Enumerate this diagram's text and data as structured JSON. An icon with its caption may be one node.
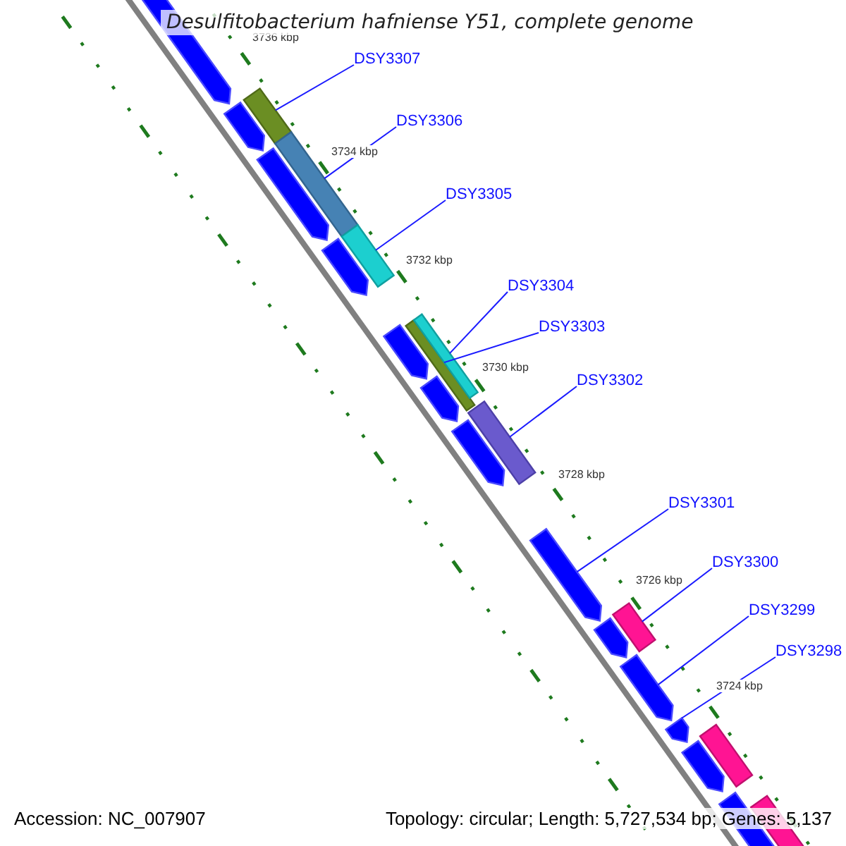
{
  "diagram": {
    "title": "Desulfitobacterium hafniense Y51, complete genome",
    "nodes": [
      {
        "text": [
          "DSY3307"
        ]
      },
      {
        "text": [
          "DSY3306"
        ]
      },
      {
        "text": [
          "DSY3305"
        ]
      },
      {
        "text": [
          "DSY3304"
        ]
      },
      {
        "text": [
          "DSY3303"
        ]
      },
      {
        "text": [
          "DSY3302"
        ]
      },
      {
        "text": [
          "DSY3301"
        ]
      },
      {
        "text": [
          "DSY3300"
        ]
      },
      {
        "text": [
          "DSY3299"
        ]
      },
      {
        "text": [
          "DSY3298"
        ]
      },
      {
        "text": [],
        "shape": "arrow"
      },
      {
        "text": [],
        "shape": "arrow"
      },
      {
        "text": [],
        "shape": "bar"
      },
      {
        "text": [],
        "shape": "bar"
      },
      {
        "text": [],
        "shape": "arrow"
      },
      {
        "text": [],
        "shape": "arrow"
      },
      {
        "text": [],
        "shape": "bar"
      },
      {
        "text": [],
        "shape": "arrow"
      },
      {
        "text": [],
        "shape": "bar"
      },
      {
        "text": [],
        "shape": "bar"
      },
      {
        "text": [],
        "shape": "arrow"
      },
      {
        "text": [],
        "shape": "bar"
      },
      {
        "text": [],
        "shape": "arrow"
      },
      {
        "text": [],
        "shape": "arrow"
      },
      {
        "text": [],
        "shape": "bar"
      },
      {
        "text": [],
        "shape": "arrow"
      },
      {
        "text": [],
        "shape": "arrow"
      },
      {
        "text": [],
        "shape": "arrow"
      },
      {
        "text": [],
        "shape": "bar"
      },
      {
        "text": [],
        "shape": "arrow"
      },
      {
        "text": [],
        "shape": "arrow"
      },
      {
        "text": [],
        "shape": "bar"
      }
    ],
    "edges": [
      {
        "from": 0,
        "to": 12,
        "arrow": "none"
      },
      {
        "from": 1,
        "to": 13,
        "arrow": "none"
      },
      {
        "from": 2,
        "to": 16,
        "arrow": "none"
      },
      {
        "from": 3,
        "to": 19,
        "arrow": "none"
      },
      {
        "from": 4,
        "to": 18,
        "arrow": "none"
      },
      {
        "from": 5,
        "to": 21,
        "arrow": "none"
      },
      {
        "from": 6,
        "to": 23,
        "arrow": "none"
      },
      {
        "from": 7,
        "to": 24,
        "arrow": "none"
      },
      {
        "from": 8,
        "to": 26,
        "arrow": "none"
      },
      {
        "from": 9,
        "to": 27,
        "arrow": "none"
      }
    ],
    "labels": [
      "3736 kbp",
      "3734 kbp",
      "3732 kbp",
      "3730 kbp",
      "3728 kbp",
      "3726 kbp",
      "3724 kbp",
      "Accession: NC_007907",
      "Topology: circular; Length: 5,727,534 bp; Genes: 5,137"
    ]
  }
}
